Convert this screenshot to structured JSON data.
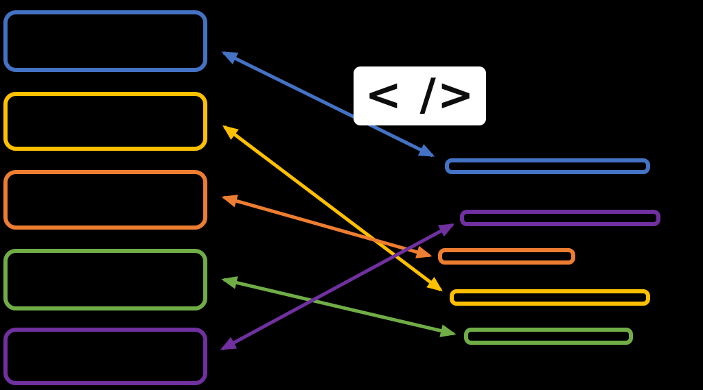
{
  "diagram": {
    "description": "Code translation mapping: five outlined source blocks on the left connected by double-headed arrows, through a code symbol, to five outlined result bars on the right",
    "code_icon": {
      "glyph": "< />",
      "bg": "#ffffff",
      "fg": "#0d0d0d"
    },
    "palette": {
      "blue": "#4472C4",
      "yellow": "#FFC000",
      "orange": "#ED7D31",
      "green": "#70AD47",
      "purple": "#7030A0",
      "background": "#000000"
    },
    "source_boxes": [
      {
        "id": "source-blue",
        "color": "blue",
        "order": 1
      },
      {
        "id": "source-yellow",
        "color": "yellow",
        "order": 2
      },
      {
        "id": "source-orange",
        "color": "orange",
        "order": 3
      },
      {
        "id": "source-green",
        "color": "green",
        "order": 4
      },
      {
        "id": "source-purple",
        "color": "purple",
        "order": 5
      }
    ],
    "target_bars": [
      {
        "id": "target-blue",
        "color": "blue",
        "order": 1,
        "relative_length": "long"
      },
      {
        "id": "target-purple",
        "color": "purple",
        "order": 2,
        "relative_length": "long"
      },
      {
        "id": "target-orange",
        "color": "orange",
        "order": 3,
        "relative_length": "short"
      },
      {
        "id": "target-yellow",
        "color": "yellow",
        "order": 4,
        "relative_length": "long"
      },
      {
        "id": "target-green",
        "color": "green",
        "order": 5,
        "relative_length": "medium"
      }
    ],
    "connections": [
      {
        "from": "source-blue",
        "to": "target-blue",
        "color": "blue",
        "bidirectional": true
      },
      {
        "from": "source-yellow",
        "to": "target-yellow",
        "color": "yellow",
        "bidirectional": true
      },
      {
        "from": "source-orange",
        "to": "target-orange",
        "color": "orange",
        "bidirectional": true
      },
      {
        "from": "source-green",
        "to": "target-green",
        "color": "green",
        "bidirectional": true
      },
      {
        "from": "source-purple",
        "to": "target-purple",
        "color": "purple",
        "bidirectional": true
      }
    ]
  }
}
